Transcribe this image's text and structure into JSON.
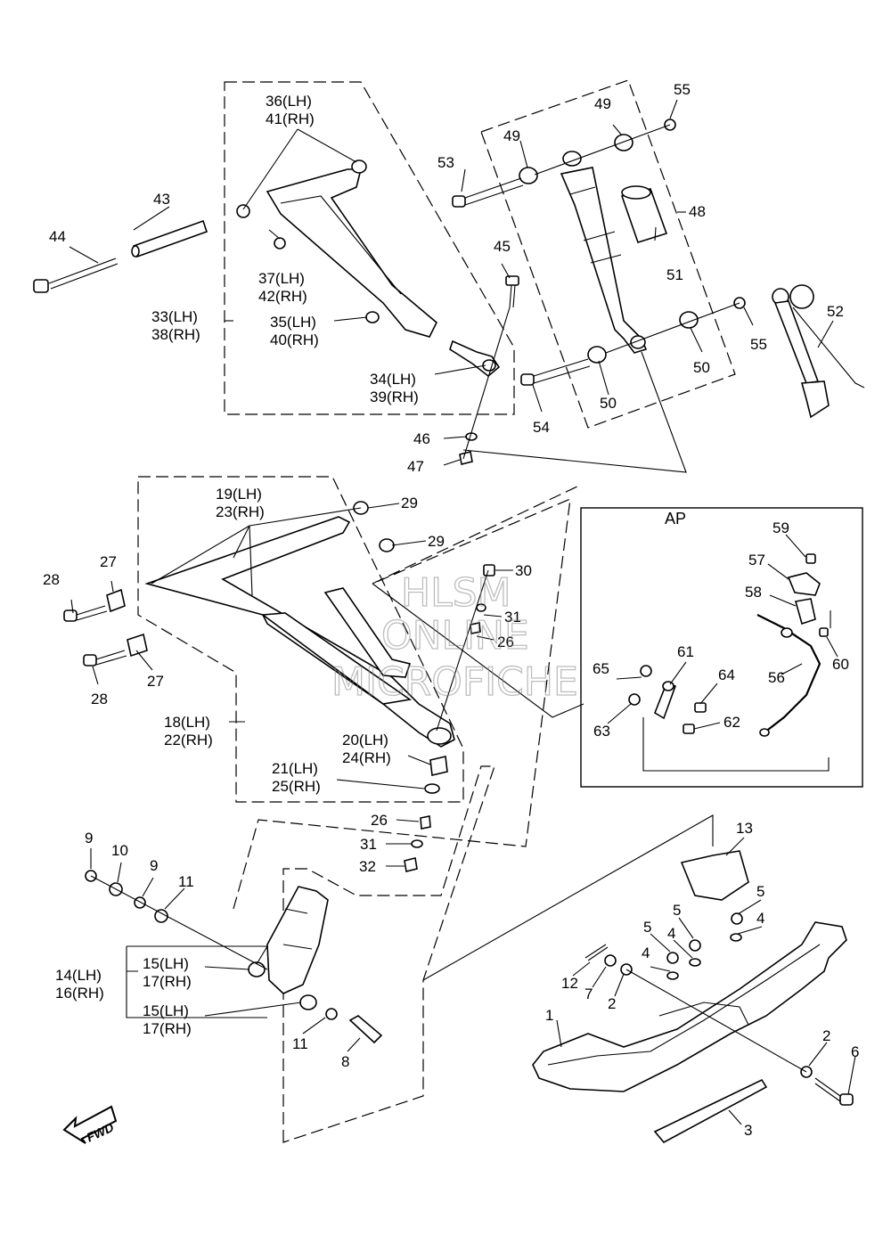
{
  "watermark": {
    "line1": "HLSM",
    "line2": "ONLINE",
    "line3": "MICROFICHE"
  },
  "inset_label": "AP",
  "fwd_label": "FWD",
  "labels": {
    "l1": "1",
    "l2a": "2",
    "l2b": "2",
    "l3": "3",
    "l4a": "4",
    "l4b": "4",
    "l4c": "4",
    "l5a": "5",
    "l5b": "5",
    "l5c": "5",
    "l6": "6",
    "l7": "7",
    "l8": "8",
    "l9a": "9",
    "l9b": "9",
    "l10": "10",
    "l11a": "11",
    "l11b": "11",
    "l12": "12",
    "l13": "13",
    "l14": "14(LH)",
    "l16": "16(RH)",
    "l15a": "15(LH)",
    "l17a": "17(RH)",
    "l15b": "15(LH)",
    "l17b": "17(RH)",
    "l18": "18(LH)",
    "l22": "22(RH)",
    "l19": "19(LH)",
    "l23": "23(RH)",
    "l20": "20(LH)",
    "l24": "24(RH)",
    "l21": "21(LH)",
    "l25": "25(RH)",
    "l26a": "26",
    "l26b": "26",
    "l27a": "27",
    "l27b": "27",
    "l28a": "28",
    "l28b": "28",
    "l29a": "29",
    "l29b": "29",
    "l30": "30",
    "l31a": "31",
    "l31b": "31",
    "l32": "32",
    "l33": "33(LH)",
    "l38": "38(RH)",
    "l34": "34(LH)",
    "l39": "39(RH)",
    "l35": "35(LH)",
    "l40": "40(RH)",
    "l36": "36(LH)",
    "l41": "41(RH)",
    "l37": "37(LH)",
    "l42": "42(RH)",
    "l43": "43",
    "l44": "44",
    "l45": "45",
    "l46": "46",
    "l47": "47",
    "l48": "48",
    "l49a": "49",
    "l49b": "49",
    "l50a": "50",
    "l50b": "50",
    "l51": "51",
    "l52": "52",
    "l53": "53",
    "l54": "54",
    "l55a": "55",
    "l55b": "55",
    "l56": "56",
    "l57": "57",
    "l58": "58",
    "l59": "59",
    "l60": "60",
    "l61": "61",
    "l62": "62",
    "l63": "63",
    "l64": "64",
    "l65": "65"
  }
}
